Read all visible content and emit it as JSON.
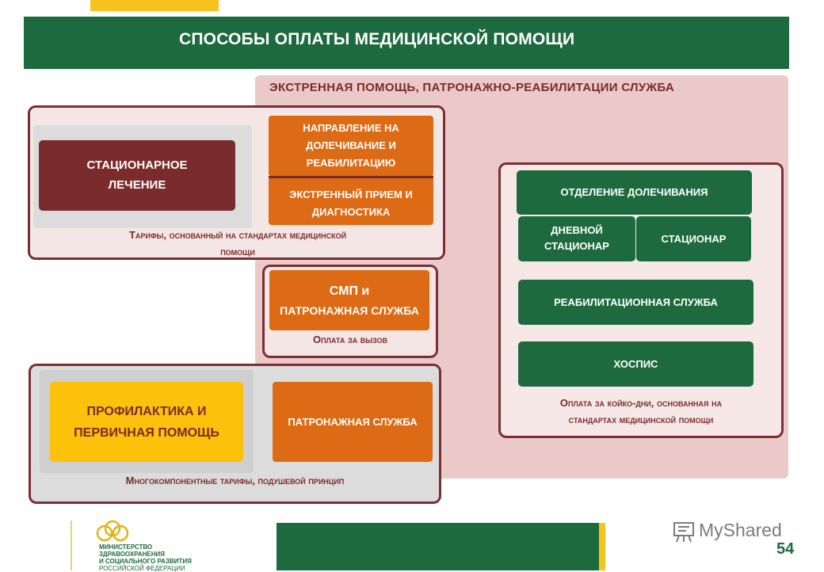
{
  "title": "СПОСОБЫ ОПЛАТЫ МЕДИЦИНСКОЙ ПОМОЩИ",
  "emergency_zone": {
    "title": "ЭКСТРЕННАЯ ПОМОЩЬ, ПАТРОНАЖНО-РЕАБИЛИТАЦИИ СЛУЖБА"
  },
  "group_standard_tariffs": {
    "inpatient": {
      "line1": "СТАЦИОНАРНОЕ",
      "line2": "ЛЕЧЕНИЕ"
    },
    "rehab_referral": {
      "line1": "НАПРАВЛЕНИЕ НА",
      "line2": "ДОЛЕЧИВАНИЕ И",
      "line3": "РЕАБИЛИТАЦИЮ"
    },
    "emergency_admission": {
      "line1": "ЭКСТРЕННЫЙ ПРИЕМ И",
      "line2": "ДИАГНОСТИКА"
    },
    "label": {
      "line1": "Тарифы, основанный на стандартах медицинской",
      "line2": "помощи"
    }
  },
  "group_per_call": {
    "smp": {
      "line1": "СМП и",
      "line2": "ПАТРОНАЖНАЯ СЛУЖБА"
    },
    "label": "Оплата за вызов"
  },
  "group_multicomponent": {
    "prevention": {
      "line1": "ПРОФИЛАКТИКА И",
      "line2": "ПЕРВИЧНАЯ ПОМОЩЬ"
    },
    "patronage": "ПАТРОНАЖНАЯ СЛУЖБА",
    "label": "Многокомпонентные тарифы, подушевой принцип"
  },
  "group_bed_days": {
    "aftercare_dept": "ОТДЕЛЕНИЕ ДОЛЕЧИВАНИЯ",
    "day_hospital": {
      "line1": "ДНЕВНОЙ",
      "line2": "СТАЦИОНАР"
    },
    "hospital": "СТАЦИОНАР",
    "rehab_service": "РЕАБИЛИТАЦИОННАЯ СЛУЖБА",
    "hospice": "ХОСПИС",
    "label": {
      "line1": "Оплата за койко-дни, основанная на",
      "line2": "стандартах медицинской помощи"
    }
  },
  "footer": {
    "ministry": {
      "line1": "МИНИСТЕРСТВО",
      "line2": "ЗДРАВООХРАНЕНИЯ",
      "line3": "И СОЦИАЛЬНОГО РАЗВИТИЯ",
      "line4": "РОССИЙСКОЙ ФЕДЕРАЦИИ"
    },
    "watermark": "MyShared",
    "page_number": "54"
  },
  "colors": {
    "green": "#1e6a3f",
    "dark_red": "#7a2b2b",
    "orange": "#dd6a14",
    "yellow": "#fbc10b",
    "pink_bg": "#ecc9c9"
  }
}
